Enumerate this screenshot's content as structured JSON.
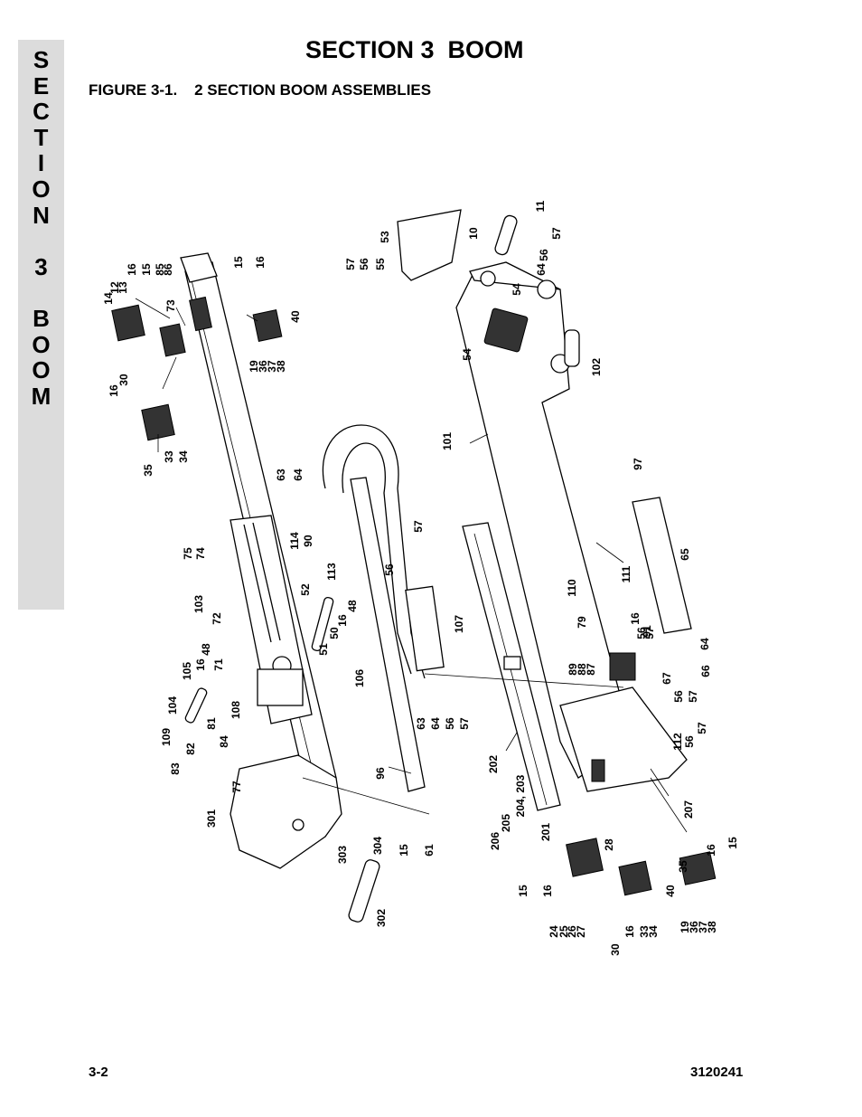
{
  "side_tab": {
    "letters": [
      "S",
      "E",
      "C",
      "T",
      "I",
      "O",
      "N",
      "",
      "3",
      "",
      "B",
      "O",
      "O",
      "M"
    ]
  },
  "header": {
    "title": "SECTION 3  BOOM"
  },
  "figure": {
    "caption": "FIGURE 3-1.    2 SECTION BOOM ASSEMBLIES"
  },
  "footer": {
    "page_number": "3-2",
    "doc_number": "3120241"
  },
  "callouts": [
    "14",
    "12",
    "13",
    "15",
    "16",
    "85",
    "86",
    "73",
    "15",
    "16",
    "40",
    "19",
    "36",
    "37",
    "38",
    "30",
    "16",
    "35",
    "33",
    "34",
    "53",
    "10",
    "11",
    "56",
    "57",
    "57",
    "56",
    "55",
    "64",
    "54",
    "54",
    "102",
    "101",
    "97",
    "63",
    "64",
    "114",
    "90",
    "57",
    "56",
    "113",
    "75",
    "74",
    "103",
    "72",
    "52",
    "51",
    "50",
    "16",
    "48",
    "107",
    "65",
    "110",
    "111",
    "79",
    "16",
    "91",
    "56",
    "57",
    "64",
    "66",
    "71",
    "16",
    "48",
    "105",
    "104",
    "106",
    "89",
    "88",
    "87",
    "67",
    "56",
    "57",
    "112",
    "56",
    "57",
    "108",
    "81",
    "109",
    "84",
    "82",
    "83",
    "63",
    "64",
    "56",
    "57",
    "77",
    "96",
    "202",
    "204, 203",
    "205",
    "206",
    "201",
    "207",
    "301",
    "303",
    "304",
    "15",
    "61",
    "302",
    "28",
    "15",
    "16",
    "24",
    "25",
    "26",
    "27",
    "35",
    "40",
    "16",
    "15",
    "30",
    "16",
    "33",
    "34",
    "19",
    "36",
    "37",
    "38"
  ]
}
